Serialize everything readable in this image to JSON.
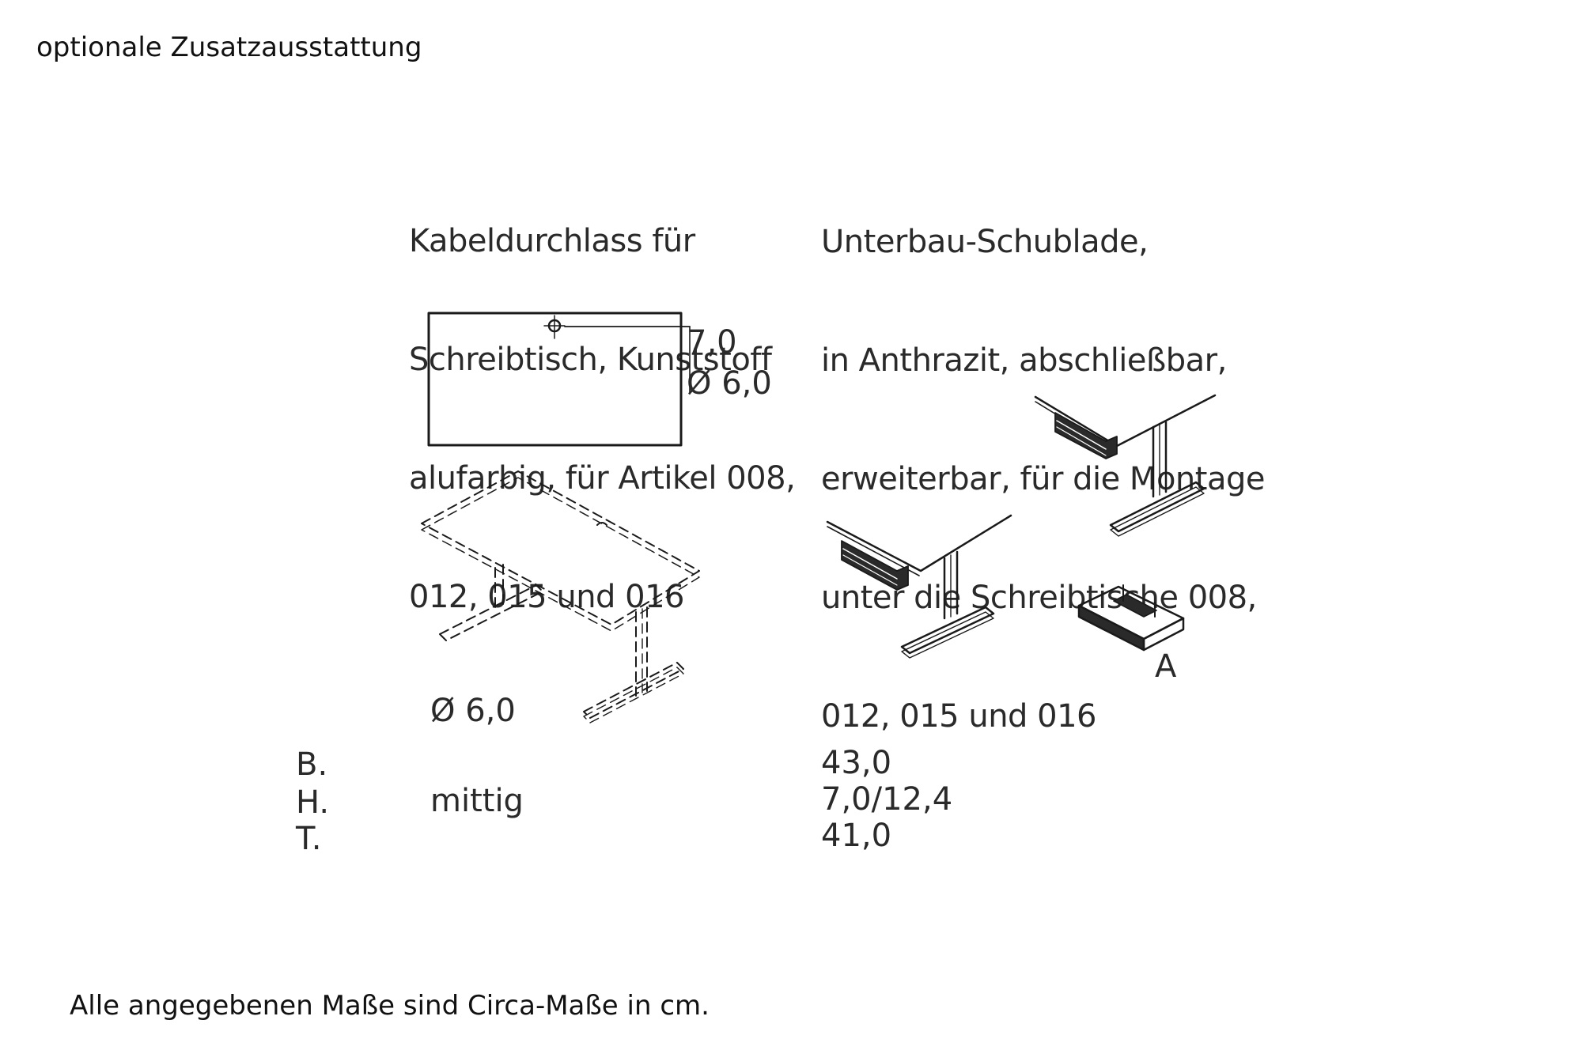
{
  "header": {
    "title": "optionale Zusatzausstattung"
  },
  "left_item": {
    "description_lines": [
      "Kabeldurchlass für",
      "Schreibtisch, Kunststoff",
      "alufarbig, für Artikel 008,",
      "012, 015 und 016"
    ],
    "top_view": {
      "offset_label": "7,0",
      "diameter_label": "Ø 6,0"
    },
    "iso_view": {
      "diameter_label": "Ø 6,0"
    }
  },
  "right_item": {
    "description_lines": [
      "Unterbau-Schublade,",
      "in Anthrazit, abschließbar,",
      "erweiterbar, für die Montage",
      "unter die Schreibtische 008,",
      "012, 015 und 016"
    ],
    "accessory_label": "A"
  },
  "dimensions": {
    "labels": [
      "B.",
      "H.",
      "T."
    ],
    "left_values": {
      "H": "mittig"
    },
    "right_values": [
      "43,0",
      "7,0/12,4",
      "41,0"
    ]
  },
  "footer": {
    "note": "Alle angegebenen Maße sind Circa-Maße in cm."
  },
  "colors": {
    "text": "#2a2a2a",
    "line": "#1a1a1a",
    "background": "#ffffff"
  }
}
